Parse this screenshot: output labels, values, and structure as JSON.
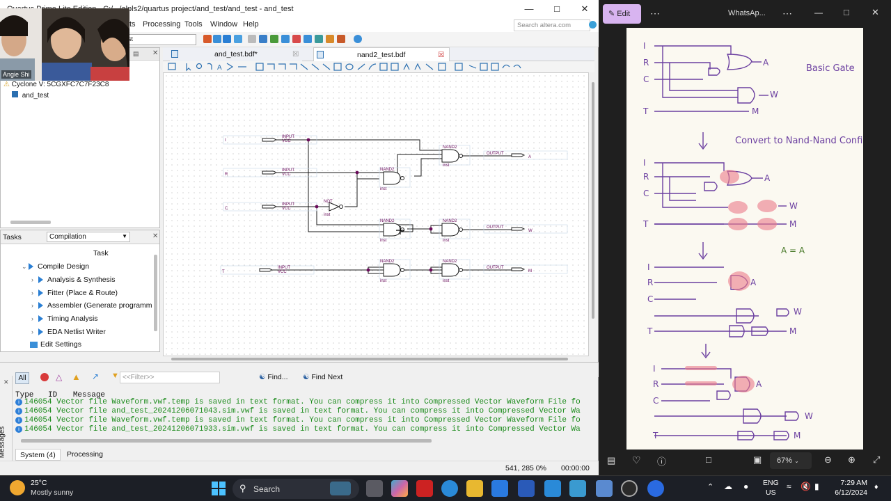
{
  "quartus": {
    "title": "Quartus Prime Lite Edition - C:/.../alpls2/quartus project/and_test/and_test - and_test",
    "menu": [
      "ts",
      "Processing",
      "Tools",
      "Window",
      "Help"
    ],
    "search_placeholder": "Search altera.com",
    "project_combo": "st",
    "project": {
      "device": "Cyclone V: 5CGXFC7C7F23C8",
      "entity": "and_test"
    },
    "tasks": {
      "label": "Tasks",
      "combo": "Compilation",
      "column": "Task",
      "items": [
        "Compile Design",
        "Analysis & Synthesis",
        "Fitter (Place & Route)",
        "Assembler (Generate programm",
        "Timing Analysis",
        "EDA Netlist Writer",
        "Edit Settings"
      ]
    },
    "tabs": [
      "and_test.bdf*",
      "nand2_test.bdf"
    ],
    "schematic": {
      "inputs": [
        "I",
        "R",
        "C",
        "T"
      ],
      "outputs": [
        "A",
        "W",
        "M"
      ],
      "input_tag": "INPUT",
      "vcc": "VCC",
      "output_tag": "OUTPUT",
      "nand": "NAND2",
      "not": "NOT",
      "inst": "inst"
    },
    "messages": {
      "filters": [
        "All",
        "<<Filter>>",
        "Find...",
        "Find Next"
      ],
      "headers": [
        "Type",
        "ID",
        "Message"
      ],
      "lines": [
        {
          "id": "146054",
          "text": "Vector file Waveform.vwf.temp is saved in text format. You can compress it into Compressed Vector Waveform File fo"
        },
        {
          "id": "146054",
          "text": "Vector file and_test_20241206071043.sim.vwf is saved in text format. You can compress it into Compressed Vector Wa"
        },
        {
          "id": "146054",
          "text": "Vector file Waveform.vwf.temp is saved in text format. You can compress it into Compressed Vector Waveform File fo"
        },
        {
          "id": "146054",
          "text": "Vector file and_test_20241206071933.sim.vwf is saved in text format. You can compress it into Compressed Vector Wa"
        }
      ],
      "side_label": "Messages",
      "tabs": [
        "System (4)",
        "Processing"
      ]
    },
    "status": {
      "coords": "541, 285 0%",
      "time": "00:00:00"
    }
  },
  "webcam": {
    "name": "Angie Shi"
  },
  "photos": {
    "edit": "Edit",
    "title": "WhatsAp...",
    "zoom": "67%",
    "notes": {
      "gate_label": "Basic Gate",
      "convert": "Convert to Nand-Nand Configuration",
      "identity": "A = A",
      "inputs": [
        "I",
        "R",
        "C",
        "T"
      ],
      "outputs": [
        "A",
        "W",
        "M"
      ]
    }
  },
  "taskbar": {
    "weather_temp": "25°C",
    "weather_desc": "Mostly sunny",
    "search": "Search",
    "lang1": "ENG",
    "lang2": "US",
    "time": "7:29 AM",
    "date": "6/12/2024"
  }
}
